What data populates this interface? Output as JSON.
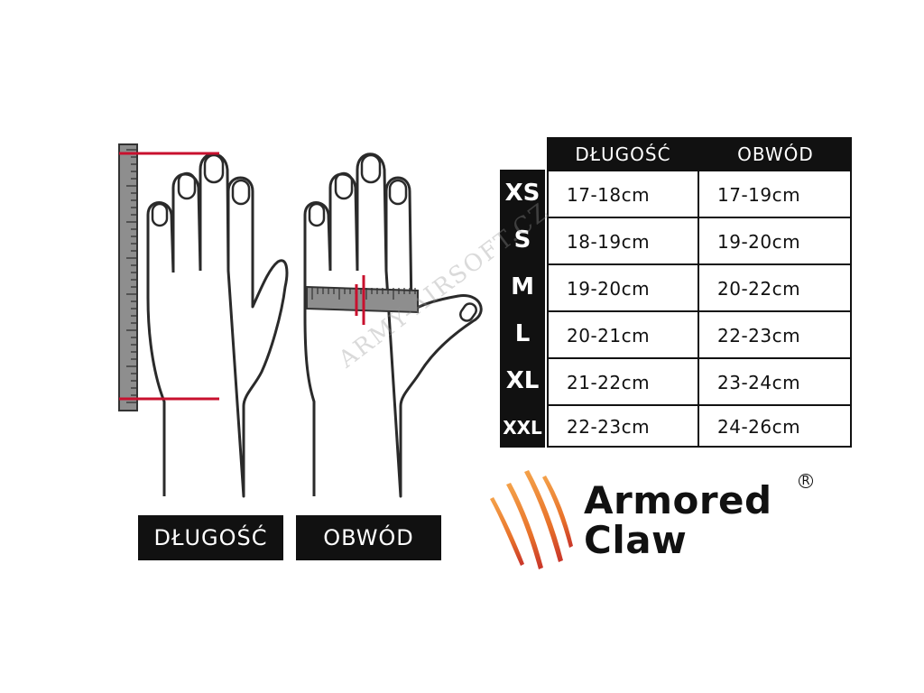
{
  "captions": {
    "length": "DŁUGOŚĆ",
    "circumference": "OBWÓD"
  },
  "table": {
    "headers": [
      "DŁUGOŚĆ",
      "OBWÓD"
    ],
    "rows": [
      {
        "size": "XS",
        "length": "17-18cm",
        "circumference": "17-19cm"
      },
      {
        "size": "S",
        "length": "18-19cm",
        "circumference": "19-20cm"
      },
      {
        "size": "M",
        "length": "19-20cm",
        "circumference": "20-22cm"
      },
      {
        "size": "L",
        "length": "20-21cm",
        "circumference": "22-23cm"
      },
      {
        "size": "XL",
        "length": "21-22cm",
        "circumference": "23-24cm"
      },
      {
        "size": "XXL",
        "length": "22-23cm",
        "circumference": "24-26cm"
      }
    ]
  },
  "watermark": "ARMY-AIRSOFT.CZ",
  "logo": {
    "line1": "Armored",
    "line2": "Claw",
    "registered": "R"
  },
  "colors": {
    "measure_line": "#c8102e",
    "ruler": "#8a8a8a",
    "header_bg": "#111111",
    "claw_orange": "#e8722a"
  }
}
